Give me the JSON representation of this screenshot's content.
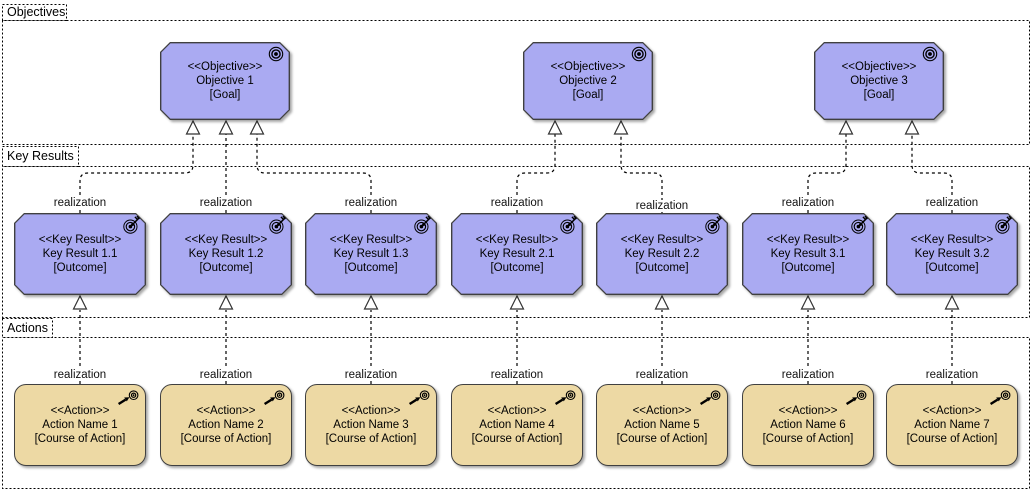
{
  "lanes": [
    {
      "label": "Objectives"
    },
    {
      "label": "Key Results"
    },
    {
      "label": "Actions"
    }
  ],
  "relation_label": "realization",
  "colors": {
    "motivation_fill": "#AAAAF2",
    "action_fill": "#EDD9A4",
    "node_stroke": "#404040",
    "lane_stroke": "#000000",
    "text": "#000000"
  },
  "icons": {
    "objective": "goal-target-icon",
    "key_result": "outcome-target-icon",
    "action": "course-of-action-icon"
  },
  "objectives": [
    {
      "stereotype": "<<Objective>>",
      "name": "Objective 1",
      "type": "[Goal]"
    },
    {
      "stereotype": "<<Objective>>",
      "name": "Objective 2",
      "type": "[Goal]"
    },
    {
      "stereotype": "<<Objective>>",
      "name": "Objective 3",
      "type": "[Goal]"
    }
  ],
  "key_results": [
    {
      "stereotype": "<<Key Result>>",
      "name": "Key Result 1.1",
      "type": "[Outcome]"
    },
    {
      "stereotype": "<<Key Result>>",
      "name": "Key Result 1.2",
      "type": "[Outcome]"
    },
    {
      "stereotype": "<<Key Result>>",
      "name": "Key Result 1.3",
      "type": "[Outcome]"
    },
    {
      "stereotype": "<<Key Result>>",
      "name": "Key Result 2.1",
      "type": "[Outcome]"
    },
    {
      "stereotype": "<<Key Result>>",
      "name": "Key Result 2.2",
      "type": "[Outcome]"
    },
    {
      "stereotype": "<<Key Result>>",
      "name": "Key Result 3.1",
      "type": "[Outcome]"
    },
    {
      "stereotype": "<<Key Result>>",
      "name": "Key Result 3.2",
      "type": "[Outcome]"
    }
  ],
  "actions": [
    {
      "stereotype": "<<Action>>",
      "name": "Action Name 1",
      "type": "[Course of Action]"
    },
    {
      "stereotype": "<<Action>>",
      "name": "Action Name 2",
      "type": "[Course of Action]"
    },
    {
      "stereotype": "<<Action>>",
      "name": "Action Name 3",
      "type": "[Course of Action]"
    },
    {
      "stereotype": "<<Action>>",
      "name": "Action Name 4",
      "type": "[Course of Action]"
    },
    {
      "stereotype": "<<Action>>",
      "name": "Action Name 5",
      "type": "[Course of Action]"
    },
    {
      "stereotype": "<<Action>>",
      "name": "Action Name 6",
      "type": "[Course of Action]"
    },
    {
      "stereotype": "<<Action>>",
      "name": "Action Name 7",
      "type": "[Course of Action]"
    }
  ]
}
